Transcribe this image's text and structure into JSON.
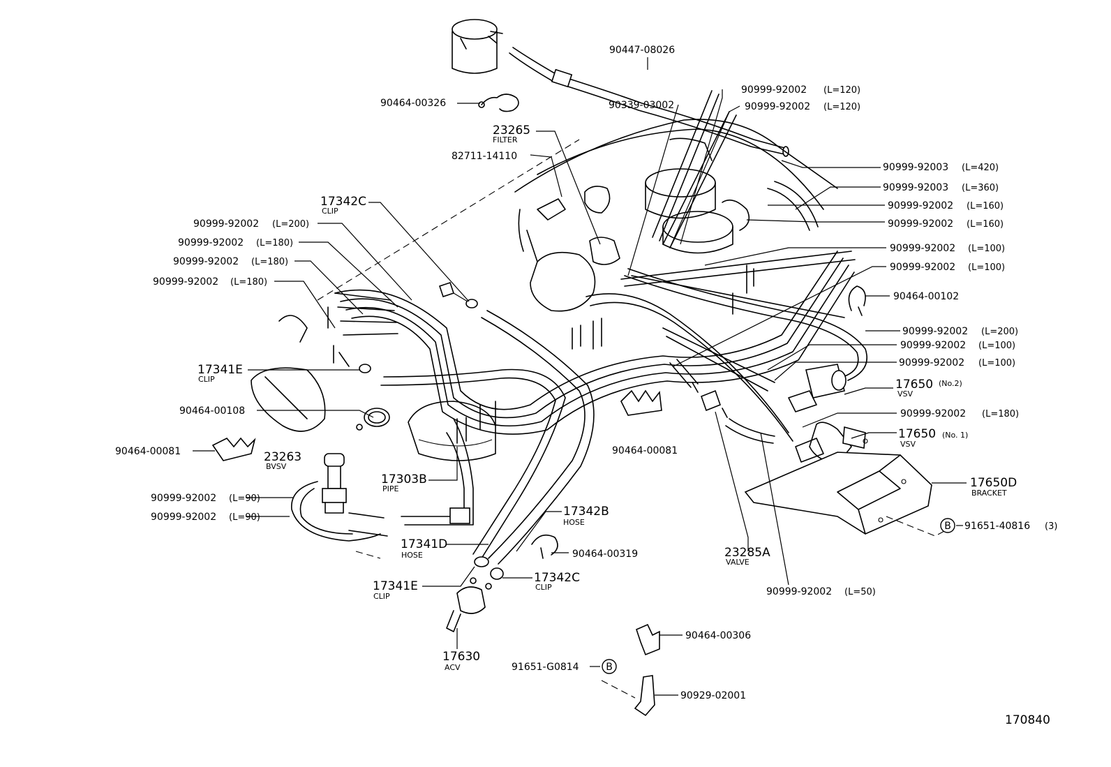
{
  "diagram_id": "170840",
  "parts": {
    "p90447": "90447-08026",
    "p90464_326": "90464-00326",
    "p90339": "90339-03002",
    "hose_120a": "90999-92002",
    "hose_120a_len": "(L=120)",
    "hose_120b": "90999-92002",
    "hose_120b_len": "(L=120)",
    "filter": "23265",
    "filter_name": "FILTER",
    "p82711": "82711-14110",
    "hose_420": "90999-92003",
    "hose_420_len": "(L=420)",
    "hose_360": "90999-92003",
    "hose_360_len": "(L=360)",
    "hose_160a": "90999-92002",
    "hose_160a_len": "(L=160)",
    "hose_160b": "90999-92002",
    "hose_160b_len": "(L=160)",
    "hose_100a": "90999-92002",
    "hose_100a_len": "(L=100)",
    "hose_100b": "90999-92002",
    "hose_100b_len": "(L=100)",
    "p90464_102": "90464-00102",
    "clip_17342c_top": "17342C",
    "clip_17342c_top_name": "CLIP",
    "hose_200a": "90999-92002",
    "hose_200a_len": "(L=200)",
    "hose_180a": "90999-92002",
    "hose_180a_len": "(L=180)",
    "hose_180b": "90999-92002",
    "hose_180b_len": "(L=180)",
    "hose_180c": "90999-92002",
    "hose_180c_len": "(L=180)",
    "hose_200b": "90999-92002",
    "hose_200b_len": "(L=200)",
    "hose_100c": "90999-92002",
    "hose_100c_len": "(L=100)",
    "hose_100d": "90999-92002",
    "hose_100d_len": "(L=100)",
    "clip_17341e_left": "17341E",
    "clip_17341e_left_name": "CLIP",
    "vsv2": "17650",
    "vsv2_no": "(No.2)",
    "vsv2_name": "VSV",
    "p90464_108": "90464-00108",
    "hose_180d": "90999-92002",
    "hose_180d_len": "(L=180)",
    "vsv1": "17650",
    "vsv1_no": "(No. 1)",
    "vsv1_name": "VSV",
    "p90464_81_left": "90464-00081",
    "p90464_81_mid": "90464-00081",
    "bvsv": "23263",
    "bvsv_name": "BVSV",
    "bracket": "17650D",
    "bracket_name": "BRACKET",
    "pipe": "17303B",
    "pipe_name": "PIPE",
    "hose_90a": "90999-92002",
    "hose_90a_len": "(L=90)",
    "hose_90b": "90999-92002",
    "hose_90b_len": "(L=90)",
    "hose_17342b": "17342B",
    "hose_17342b_name": "HOSE",
    "bolt_b": "91651-40816",
    "bolt_b_qty": "(3)",
    "bolt_b_marker": "B",
    "hose_17341d": "17341D",
    "hose_17341d_name": "HOSE",
    "p90464_319": "90464-00319",
    "valve": "23285A",
    "valve_name": "VALVE",
    "clip_17341e_low": "17341E",
    "clip_17341e_low_name": "CLIP",
    "clip_17342c_low": "17342C",
    "clip_17342c_low_name": "CLIP",
    "hose_50": "90999-92002",
    "hose_50_len": "(L=50)",
    "acv": "17630",
    "acv_name": "ACV",
    "p90464_306": "90464-00306",
    "bolt_g": "91651-G0814",
    "bolt_g_marker": "B",
    "p90929": "90929-02001"
  }
}
